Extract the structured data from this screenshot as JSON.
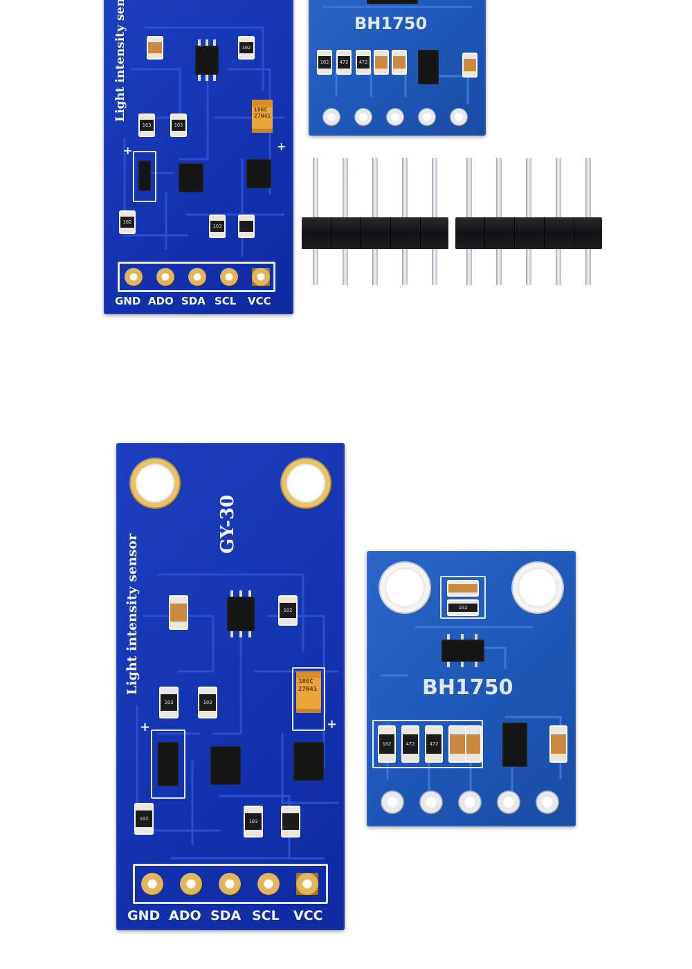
{
  "scene": {
    "description_free": true,
    "colors": {
      "pcb_blue_dark": "#1535b3",
      "pcb_blue_light": "#1f58b8",
      "gold_pad": "#e3b55a",
      "silkscreen": "#f2f4ff",
      "background": "#ffffff"
    }
  },
  "top_gy30_board": {
    "vertical_label": "Light intensity sensor",
    "pins": [
      "GND",
      "ADO",
      "SDA",
      "SCL",
      "VCC"
    ],
    "resistor_codes": [
      "102",
      "103",
      "103",
      "102",
      "103"
    ],
    "capacitor_text": [
      "106C",
      "27N41"
    ],
    "plus_marks": [
      "+",
      "+"
    ]
  },
  "top_bh1750_board": {
    "chip_label": "BH1750",
    "resistor_codes": [
      "102",
      "472",
      "472"
    ]
  },
  "bottom_gy30_board": {
    "model_label": "GY-30",
    "vertical_label": "Light intensity sensor",
    "pins": [
      "GND",
      "ADO",
      "SDA",
      "SCL",
      "VCC"
    ],
    "resistor_codes": [
      "102",
      "103",
      "103",
      "102",
      "103"
    ],
    "capacitor_text": [
      "106C",
      "27N41"
    ],
    "plus_marks": [
      "+",
      "+"
    ]
  },
  "bottom_bh1750_board": {
    "chip_label": "BH1750",
    "resistor_codes": [
      "102",
      "102",
      "472",
      "472"
    ]
  }
}
